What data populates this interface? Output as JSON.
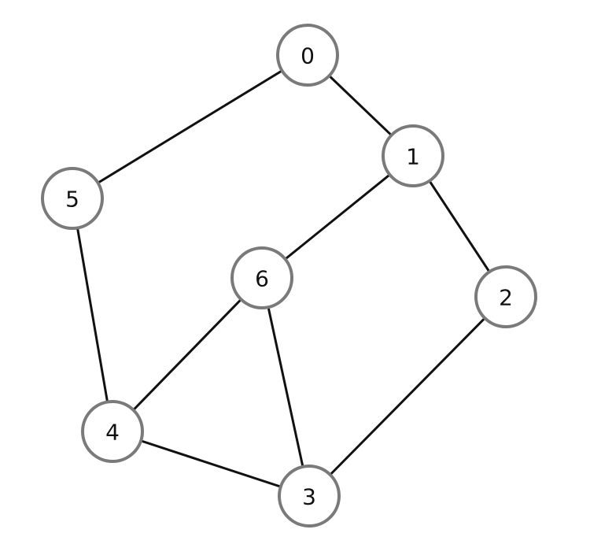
{
  "nodes": [
    {
      "id": "0",
      "label": "0"
    },
    {
      "id": "1",
      "label": "1"
    },
    {
      "id": "2",
      "label": "2"
    },
    {
      "id": "3",
      "label": "3"
    },
    {
      "id": "4",
      "label": "4"
    },
    {
      "id": "5",
      "label": "5"
    },
    {
      "id": "6",
      "label": "6"
    }
  ],
  "edges": [
    [
      "0",
      "5"
    ],
    [
      "0",
      "1"
    ],
    [
      "1",
      "6"
    ],
    [
      "1",
      "2"
    ],
    [
      "5",
      "4"
    ],
    [
      "6",
      "4"
    ],
    [
      "6",
      "3"
    ],
    [
      "2",
      "3"
    ],
    [
      "4",
      "3"
    ]
  ],
  "colors": {
    "edge": "#111111",
    "node_border": "#7a7a7a",
    "node_fill": "#ffffff",
    "label": "#111111"
  }
}
